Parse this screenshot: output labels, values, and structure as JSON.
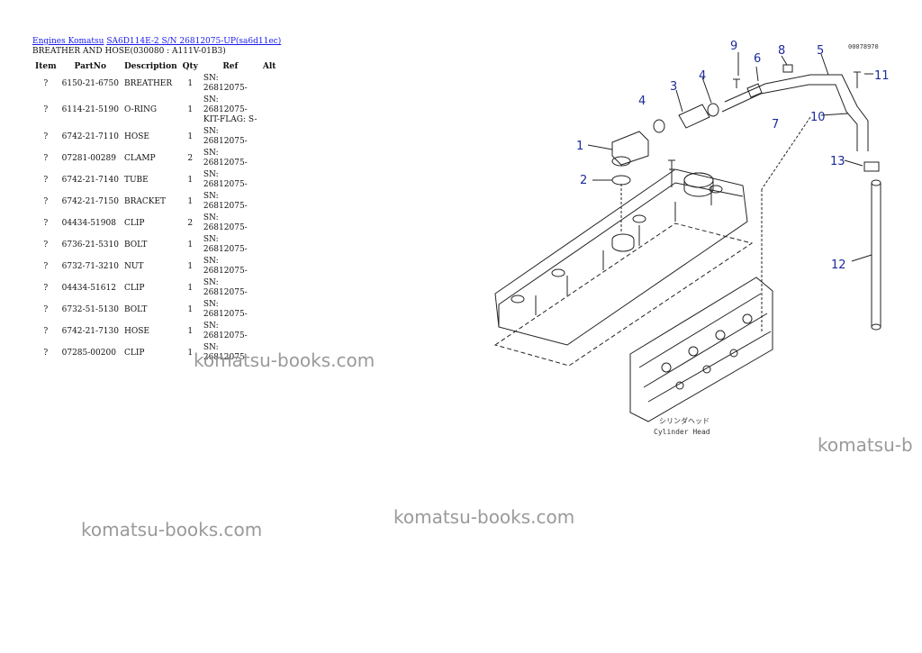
{
  "breadcrumb": {
    "link1": "Engines Komatsu",
    "link2": "SA6D114E-2 S/N 26812075-UP(sa6d11ec)"
  },
  "subtitle": "BREATHER AND HOSE(030080 : A111V-01B3)",
  "table": {
    "headers": [
      "Item",
      "PartNo",
      "Description",
      "Qty",
      "Ref",
      "Alt"
    ],
    "rows": [
      {
        "item": "?",
        "part": "6150-21-6750",
        "desc": "BREATHER",
        "qty": "1",
        "ref": "SN: 26812075-",
        "ref2": "",
        "alt": ""
      },
      {
        "item": "?",
        "part": "6114-21-5190",
        "desc": "O-RING",
        "qty": "1",
        "ref": "SN: 26812075-",
        "ref2": "KIT-FLAG: S-",
        "alt": ""
      },
      {
        "item": "?",
        "part": "6742-21-7110",
        "desc": "HOSE",
        "qty": "1",
        "ref": "SN: 26812075-",
        "ref2": "",
        "alt": ""
      },
      {
        "item": "?",
        "part": "07281-00289",
        "desc": "CLAMP",
        "qty": "2",
        "ref": "SN: 26812075-",
        "ref2": "",
        "alt": ""
      },
      {
        "item": "?",
        "part": "6742-21-7140",
        "desc": "TUBE",
        "qty": "1",
        "ref": "SN: 26812075-",
        "ref2": "",
        "alt": ""
      },
      {
        "item": "?",
        "part": "6742-21-7150",
        "desc": "BRACKET",
        "qty": "1",
        "ref": "SN: 26812075-",
        "ref2": "",
        "alt": ""
      },
      {
        "item": "?",
        "part": "04434-51908",
        "desc": "CLIP",
        "qty": "2",
        "ref": "SN: 26812075-",
        "ref2": "",
        "alt": ""
      },
      {
        "item": "?",
        "part": "6736-21-5310",
        "desc": "BOLT",
        "qty": "1",
        "ref": "SN: 26812075-",
        "ref2": "",
        "alt": ""
      },
      {
        "item": "?",
        "part": "6732-71-3210",
        "desc": "NUT",
        "qty": "1",
        "ref": "SN: 26812075-",
        "ref2": "",
        "alt": ""
      },
      {
        "item": "?",
        "part": "04434-51612",
        "desc": "CLIP",
        "qty": "1",
        "ref": "SN: 26812075-",
        "ref2": "",
        "alt": ""
      },
      {
        "item": "?",
        "part": "6732-51-5130",
        "desc": "BOLT",
        "qty": "1",
        "ref": "SN: 26812075-",
        "ref2": "",
        "alt": ""
      },
      {
        "item": "?",
        "part": "6742-21-7130",
        "desc": "HOSE",
        "qty": "1",
        "ref": "SN: 26812075-",
        "ref2": "",
        "alt": ""
      },
      {
        "item": "?",
        "part": "07285-00200",
        "desc": "CLIP",
        "qty": "1",
        "ref": "SN: 26812075-",
        "ref2": "",
        "alt": ""
      }
    ]
  },
  "watermarks": [
    "komatsu-books.com",
    "komatsu-b",
    "komatsu-books.com",
    "komatsu-books.com"
  ],
  "diagram": {
    "code": "00078970",
    "caption_jp": "シリンダヘッド",
    "caption_en": "Cylinder Head",
    "callouts": [
      "1",
      "2",
      "3",
      "4",
      "4",
      "5",
      "6",
      "7",
      "8",
      "9",
      "10",
      "11",
      "12",
      "13"
    ],
    "callout_color": "#1c2a9c"
  }
}
